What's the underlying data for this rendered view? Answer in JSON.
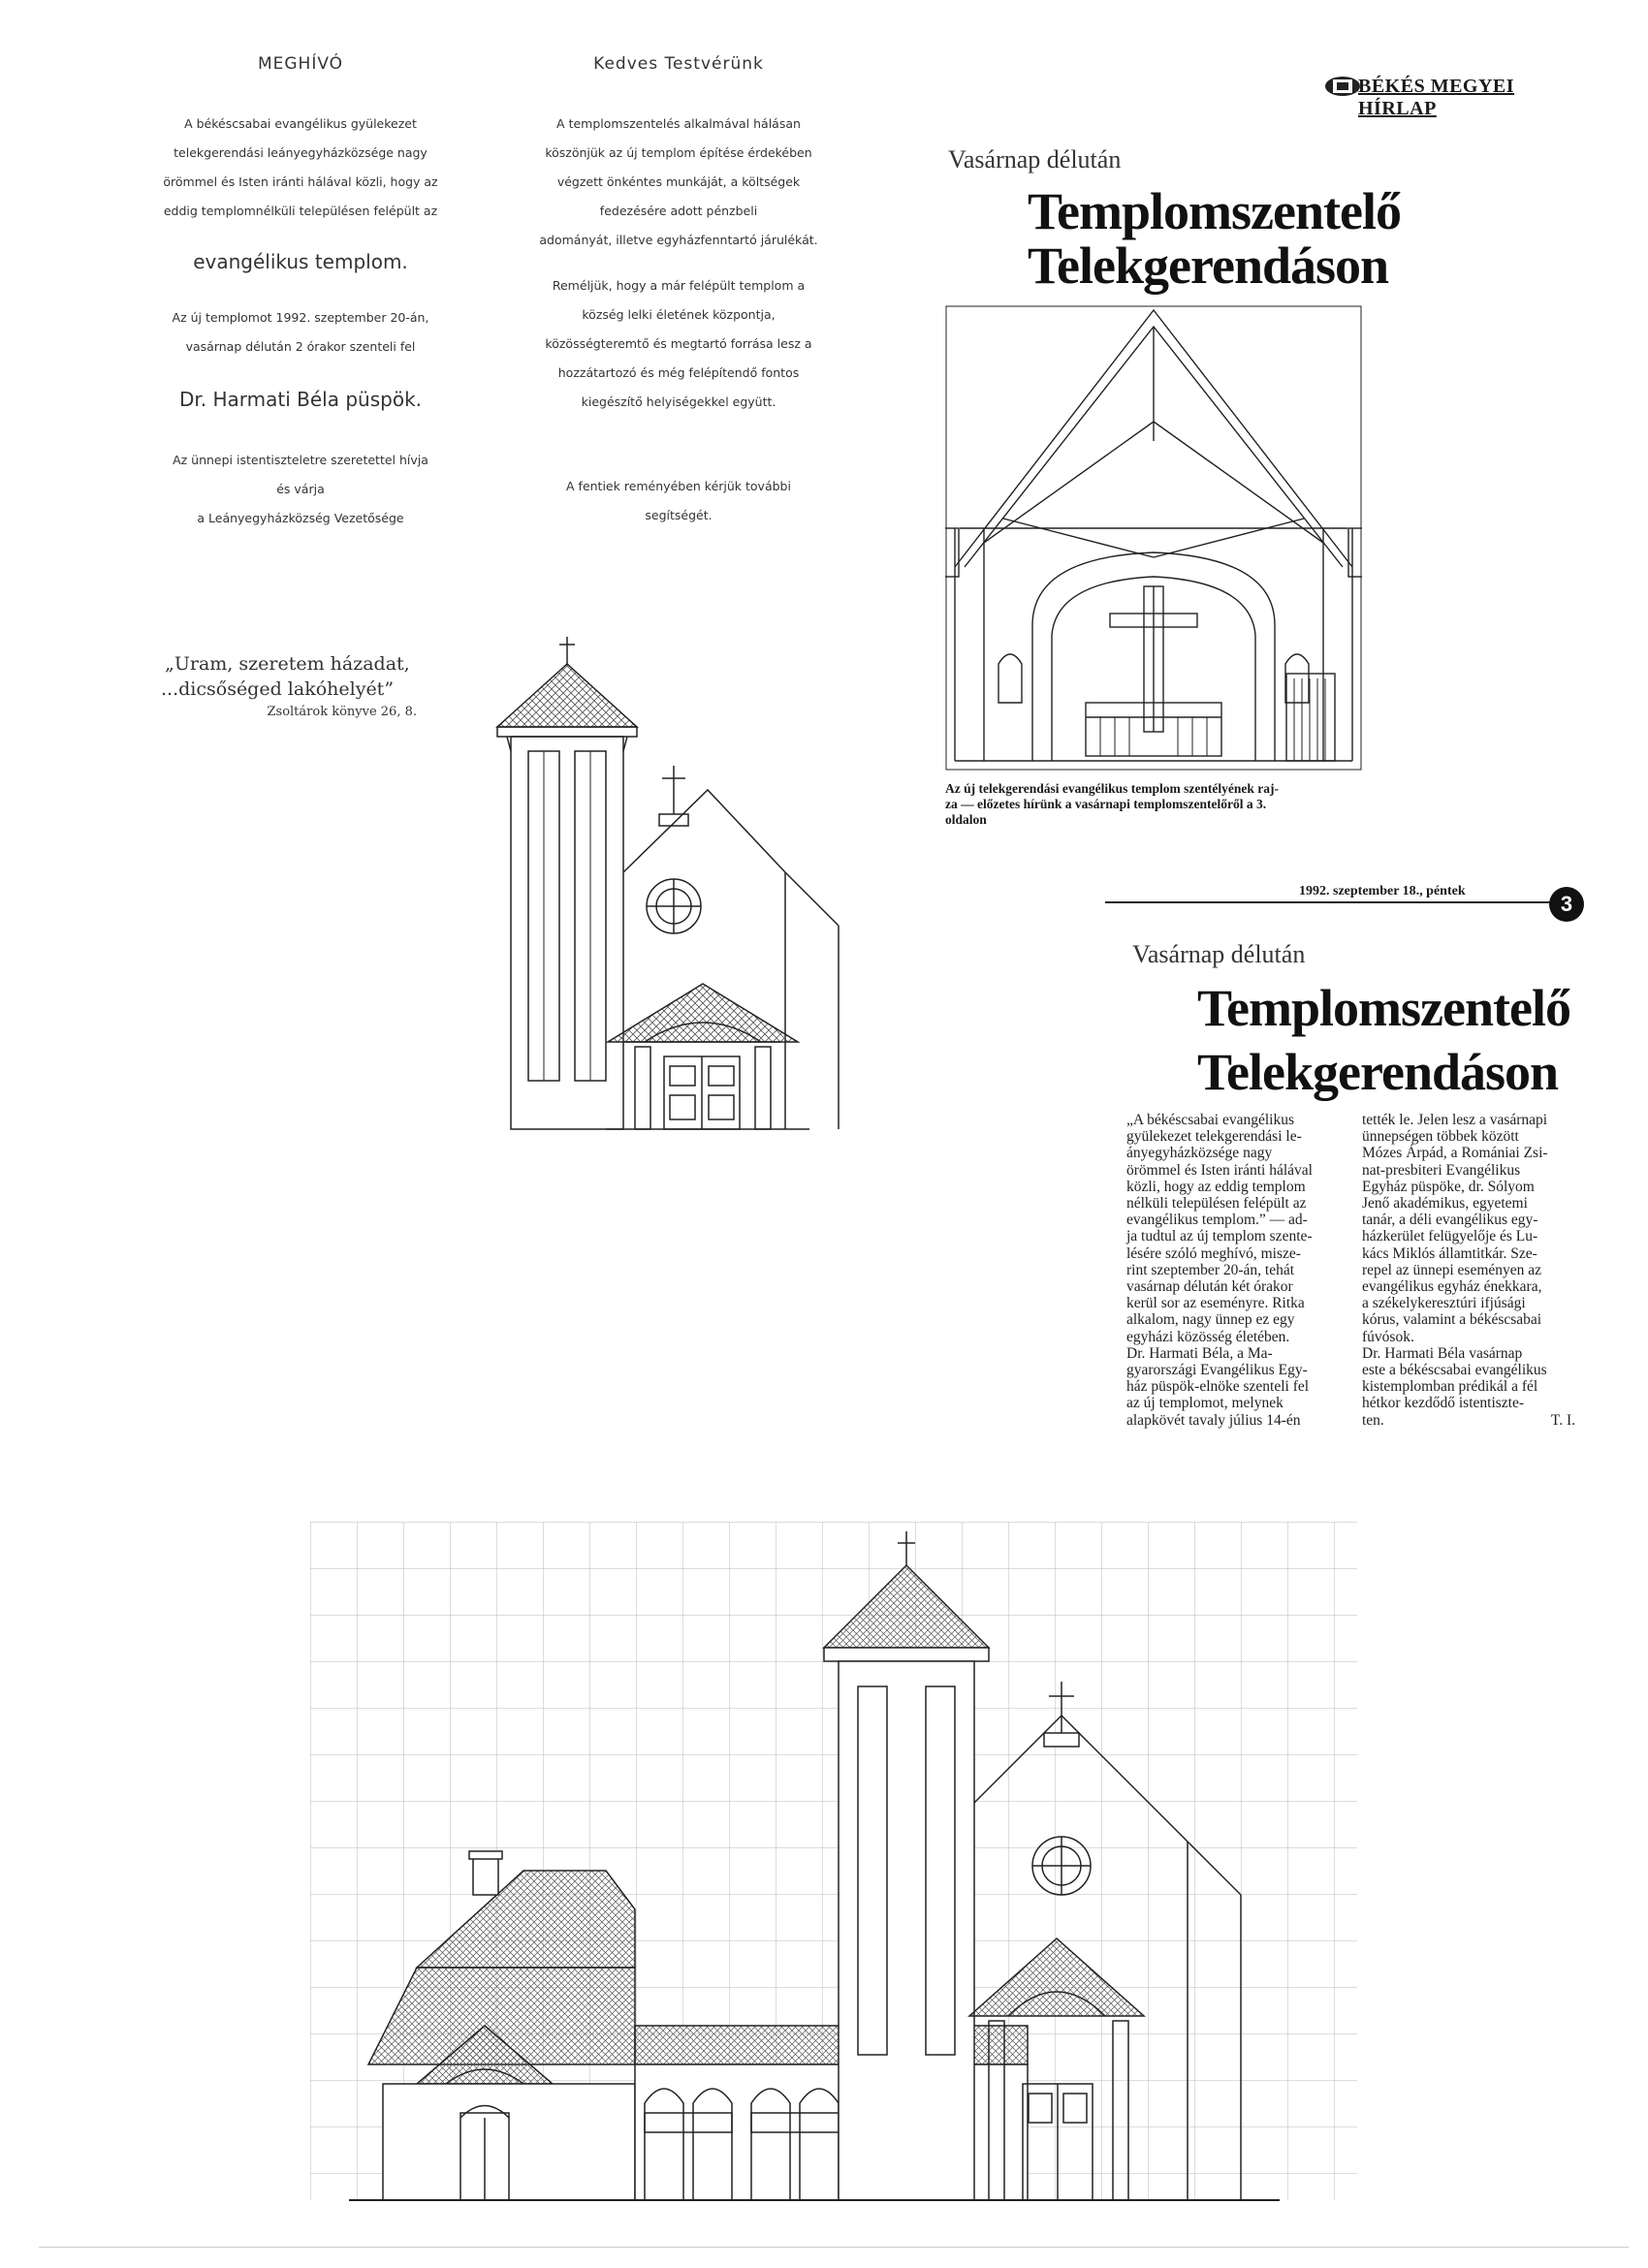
{
  "invitation": {
    "title": "MEGHÍVÓ",
    "lines": [
      "A békéscsabai evangélikus gyülekezet",
      "telekgerendási leányegyházközsége nagy",
      "örömmel és Isten iránti hálával közli, hogy az",
      "eddig templomnélküli településen felépült az"
    ],
    "church": "evangélikus templom.",
    "date_lines": [
      "Az új templomot 1992. szeptember 20-án,",
      "vasárnap délután 2 órakor szenteli fel"
    ],
    "bishop": "Dr. Harmati Béla püspök.",
    "closing_lines": [
      "Az ünnepi istentiszteletre szeretettel hívja",
      "és várja",
      "a Leányegyházközség Vezetősége"
    ]
  },
  "quote": {
    "lines": [
      "„Uram, szeretem házadat,",
      "...dicsőséged lakóhelyét”"
    ],
    "ref": "Zsoltárok könyve 26, 8."
  },
  "letter": {
    "title": "Kedves Testvérünk",
    "para1": [
      "A templomszentelés alkalmával hálásan",
      "köszönjük az új templom építése érdekében",
      "végzett önkéntes munkáját, a költségek",
      "fedezésére adott pénzbeli",
      "adományát, illetve egyházfenntartó járulékát."
    ],
    "para2": [
      "Reméljük, hogy a már felépült templom a",
      "község lelki életének központja,",
      "közösségteremtő és megtartó forrása lesz a",
      "hozzátartozó és még felépítendő fontos",
      "kiegészítő helyiségekkel együtt."
    ],
    "para3": [
      "A fentiek reményében kérjük további",
      "segítségét."
    ]
  },
  "newspaper1": {
    "masthead": "BÉKÉS MEGYEI HÍRLAP",
    "subtitle": "Vasárnap délután",
    "headline1": "Templomszentelő",
    "headline2": "Telekgerendáson",
    "caption": [
      "Az új telekgerendási evangélikus templom szentélyének raj-",
      "za — előzetes hírünk a vasárnapi templomszentelőről a 3.",
      "oldalon"
    ]
  },
  "newspaper2": {
    "date": "1992. szeptember 18., péntek",
    "page_number": "3",
    "subtitle": "Vasárnap délután",
    "headline1": "Templomszentelő",
    "headline2": "Telekgerendáson",
    "col1": [
      "„A békéscsabai evangélikus",
      "gyülekezet telekgerendási le-",
      "ányegyházközsége nagy",
      "örömmel és Isten iránti hálával",
      "közli, hogy az eddig templom",
      "nélküli településen felépült az",
      "evangélikus templom.” — ad-",
      "ja tudtul az új templom szente-",
      "lésére szóló meghívó, misze-",
      "rint szeptember 20-án, tehát",
      "vasárnap délután két órakor",
      "kerül sor az eseményre. Ritka",
      "alkalom, nagy ünnep ez egy",
      "egyházi közösség életében.",
      "Dr. Harmati Béla, a Ma-",
      "gyarországi Evangélikus Egy-",
      "ház püspök-elnöke szenteli fel",
      "az új templomot, melynek",
      "alapkövét tavaly július 14-én"
    ],
    "col2": [
      "tették le. Jelen lesz a vasárnapi",
      "ünnepségen többek között",
      "Mózes Árpád, a Romániai Zsi-",
      "nat-presbiteri Evangélikus",
      "Egyház püspöke, dr. Sólyom",
      "Jenő akadémikus, egyetemi",
      "tanár, a déli evangélikus egy-",
      "házkerület felügyelője és Lu-",
      "kács Miklós államtitkár. Sze-",
      "repel az ünnepi eseményen az",
      "evangélikus egyház énekkara,",
      "a székelykeresztúri ifjúsági",
      "kórus, valamint a békéscsabai",
      "fúvósok.",
      "Dr. Harmati Béla vasárnap",
      "este a békéscsabai evangélikus",
      "kistemplomban prédikál a fél",
      "hétkor kezdődő istentiszte-",
      "ten."
    ],
    "signature": "T. I."
  }
}
